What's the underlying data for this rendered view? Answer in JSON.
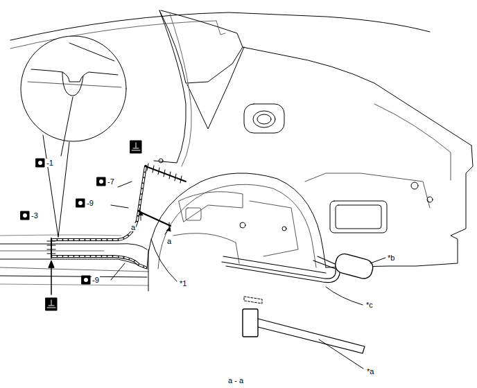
{
  "diagram": {
    "labels": [
      "-1",
      "-3",
      "-9",
      "-7",
      "-9",
      "a",
      "a",
      "*1",
      "*b",
      "*c",
      "*a",
      "a - a"
    ]
  }
}
